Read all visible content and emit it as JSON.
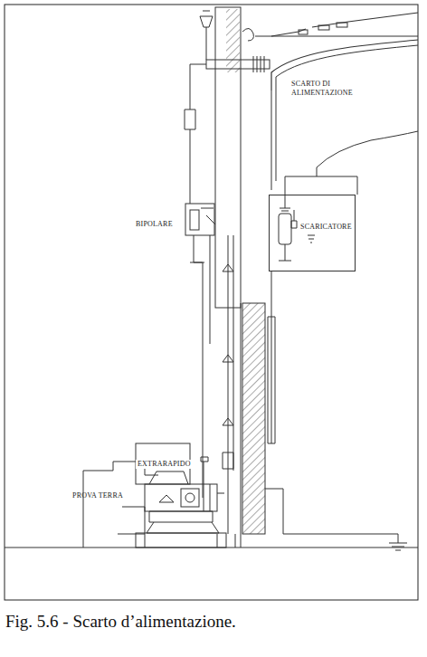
{
  "diagram": {
    "caption": "Fig. 5.6 - Scarto d’alimentazione.",
    "nodes": [
      {
        "text": [
          "SCARICATORE"
        ]
      }
    ],
    "labels": [
      "SCARTO DI ALIMENTAZIONE",
      "BIPOLARE",
      "EXTRARAPIDO",
      "PROVA TERRA"
    ]
  }
}
